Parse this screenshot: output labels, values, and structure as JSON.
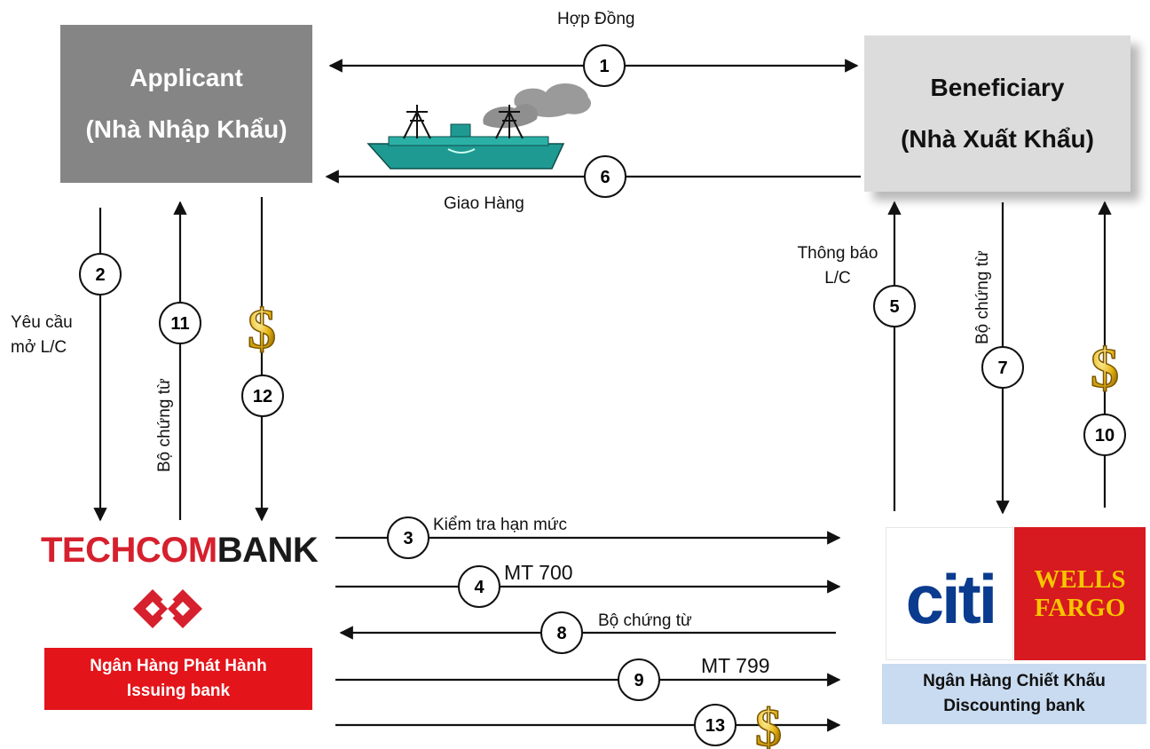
{
  "applicant": {
    "line1": "Applicant",
    "line2": "(Nhà Nhập Khẩu)"
  },
  "beneficiary": {
    "line1": "Beneficiary",
    "line2": "(Nhà Xuất Khẩu)"
  },
  "issuing_bank": {
    "brand_part1": "TECHCOM",
    "brand_part2": "BANK",
    "line1": "Ngân Hàng Phát Hành",
    "line2": "Issuing bank"
  },
  "discounting_bank": {
    "citi": "citi",
    "wells_line1": "WELLS",
    "wells_line2": "FARGO",
    "line1": "Ngân Hàng Chiết Khấu",
    "line2": "Discounting bank"
  },
  "labels": {
    "contract": "Hợp Đồng",
    "delivery": "Giao Hàng",
    "request_line1": "Yêu cầu",
    "request_line2": "mở L/C",
    "docs_11": "Bộ chứng từ",
    "notify_line1": "Thông báo",
    "notify_line2": "L/C",
    "docs_7": "Bộ chứng từ",
    "limit_check": "Kiểm tra hạn mức",
    "mt700": "MT 700",
    "docs_8": "Bộ chứng từ",
    "mt799": "MT 799"
  },
  "steps": [
    "1",
    "2",
    "3",
    "4",
    "5",
    "6",
    "7",
    "8",
    "9",
    "10",
    "11",
    "12",
    "13"
  ],
  "dollar_symbol": "$",
  "colors": {
    "applicant": "#858585",
    "beneficiary": "#dcdcdc",
    "issuing": "#e3141a",
    "discounting": "#c9dbf0",
    "techcom_red": "#d6202d",
    "citi_blue": "#0a3b8f",
    "wells_red": "#d71920",
    "wells_gold": "#f6c600",
    "ship": "#1f9a92"
  }
}
